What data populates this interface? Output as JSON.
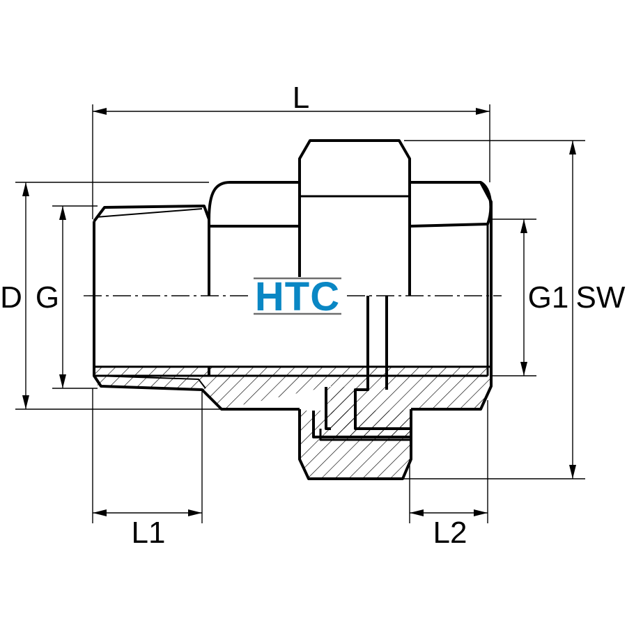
{
  "logo": {
    "text": "HTC",
    "color": "#0a87c4",
    "underline_color": "#6e6e6e"
  },
  "dimensions": {
    "L": "L",
    "D": "D",
    "G": "G",
    "G1": "G1",
    "SW": "SW",
    "L1": "L1",
    "L2": "L2"
  }
}
